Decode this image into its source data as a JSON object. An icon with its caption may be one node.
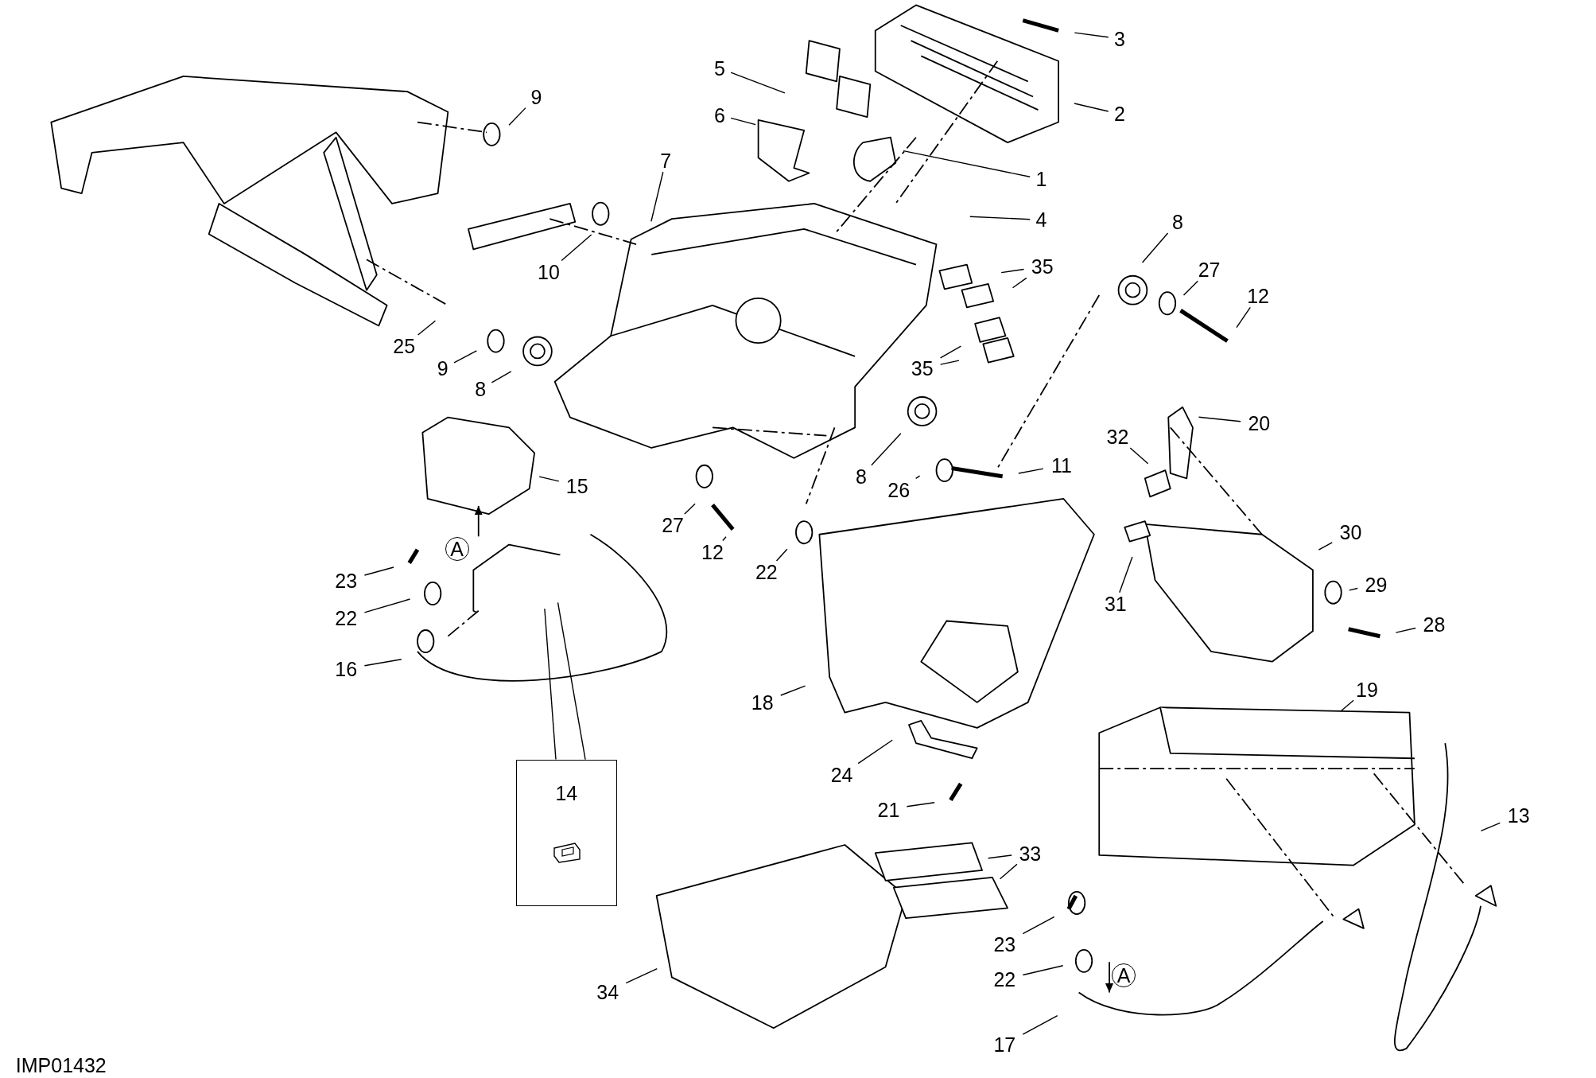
{
  "diagram": {
    "nodes": [
      {
        "text": [
          "5"
        ]
      },
      {
        "text": [
          "3"
        ]
      },
      {
        "text": [
          "6"
        ]
      },
      {
        "text": [
          "2"
        ]
      },
      {
        "text": [
          "9"
        ]
      },
      {
        "text": [
          "1"
        ]
      },
      {
        "text": [
          "7"
        ]
      },
      {
        "text": [
          "4"
        ]
      },
      {
        "text": [
          "10"
        ]
      },
      {
        "text": [
          "35"
        ]
      },
      {
        "text": [
          "8"
        ]
      },
      {
        "text": [
          "27"
        ]
      },
      {
        "text": [
          "12"
        ]
      },
      {
        "text": [
          "25"
        ]
      },
      {
        "text": [
          "9"
        ]
      },
      {
        "text": [
          "35"
        ]
      },
      {
        "text": [
          "8"
        ]
      },
      {
        "text": [
          "20"
        ]
      },
      {
        "text": [
          "11"
        ]
      },
      {
        "text": [
          "15"
        ]
      },
      {
        "text": [
          "32"
        ]
      },
      {
        "text": [
          "8"
        ]
      },
      {
        "text": [
          "26"
        ]
      },
      {
        "text": [
          "27"
        ]
      },
      {
        "text": [
          "12"
        ]
      },
      {
        "text": [
          "22"
        ]
      },
      {
        "text": [
          "30"
        ]
      },
      {
        "text": [
          "23"
        ]
      },
      {
        "text": [
          "22"
        ]
      },
      {
        "text": [
          "16"
        ]
      },
      {
        "text": [
          "31"
        ]
      },
      {
        "text": [
          "29"
        ]
      },
      {
        "text": [
          "28"
        ]
      },
      {
        "text": [
          "19"
        ]
      },
      {
        "text": [
          "18"
        ]
      },
      {
        "text": [
          "24"
        ]
      },
      {
        "text": [
          "14"
        ]
      },
      {
        "text": [
          "21"
        ]
      },
      {
        "text": [
          "13"
        ]
      },
      {
        "text": [
          "33"
        ]
      },
      {
        "text": [
          "23"
        ]
      },
      {
        "text": [
          "34"
        ]
      },
      {
        "text": [
          "22"
        ]
      },
      {
        "text": [
          "17"
        ]
      }
    ],
    "edges": [
      {
        "from": 0,
        "to": null,
        "arrow": "none"
      },
      {
        "from": 1,
        "to": null,
        "arrow": "none"
      },
      {
        "from": 2,
        "to": null,
        "arrow": "none"
      },
      {
        "from": 3,
        "to": null,
        "arrow": "none"
      },
      {
        "from": 4,
        "to": null,
        "arrow": "none"
      },
      {
        "from": 5,
        "to": null,
        "arrow": "none"
      },
      {
        "from": 6,
        "to": null,
        "arrow": "none"
      },
      {
        "from": 7,
        "to": null,
        "arrow": "none"
      },
      {
        "from": 8,
        "to": null,
        "arrow": "none"
      },
      {
        "from": 9,
        "to": null,
        "arrow": "none"
      },
      {
        "from": 9,
        "to": null,
        "arrow": "none"
      },
      {
        "from": 10,
        "to": null,
        "arrow": "none"
      },
      {
        "from": 11,
        "to": null,
        "arrow": "none"
      },
      {
        "from": 12,
        "to": null,
        "arrow": "none"
      },
      {
        "from": 13,
        "to": null,
        "arrow": "none"
      },
      {
        "from": 14,
        "to": null,
        "arrow": "none"
      },
      {
        "from": 15,
        "to": null,
        "arrow": "none"
      },
      {
        "from": 15,
        "to": null,
        "arrow": "none"
      },
      {
        "from": 16,
        "to": null,
        "arrow": "none"
      },
      {
        "from": 17,
        "to": null,
        "arrow": "none"
      },
      {
        "from": 18,
        "to": null,
        "arrow": "none"
      },
      {
        "from": 19,
        "to": null,
        "arrow": "none"
      },
      {
        "from": 20,
        "to": null,
        "arrow": "none"
      },
      {
        "from": 21,
        "to": null,
        "arrow": "none"
      },
      {
        "from": 22,
        "to": null,
        "arrow": "none"
      },
      {
        "from": 23,
        "to": null,
        "arrow": "none"
      },
      {
        "from": 24,
        "to": null,
        "arrow": "none"
      },
      {
        "from": 25,
        "to": null,
        "arrow": "none"
      },
      {
        "from": 26,
        "to": null,
        "arrow": "none"
      },
      {
        "from": 27,
        "to": null,
        "arrow": "none"
      },
      {
        "from": 28,
        "to": null,
        "arrow": "none"
      },
      {
        "from": 29,
        "to": null,
        "arrow": "none"
      },
      {
        "from": 30,
        "to": null,
        "arrow": "none"
      },
      {
        "from": 31,
        "to": null,
        "arrow": "none"
      },
      {
        "from": 32,
        "to": null,
        "arrow": "none"
      },
      {
        "from": 33,
        "to": null,
        "arrow": "none"
      },
      {
        "from": 34,
        "to": null,
        "arrow": "none"
      },
      {
        "from": 35,
        "to": null,
        "arrow": "none"
      },
      {
        "from": 36,
        "to": null,
        "arrow": "none"
      },
      {
        "from": 36,
        "to": null,
        "arrow": "none"
      },
      {
        "from": 37,
        "to": null,
        "arrow": "none"
      },
      {
        "from": 38,
        "to": null,
        "arrow": "none"
      },
      {
        "from": 39,
        "to": null,
        "arrow": "none"
      },
      {
        "from": 39,
        "to": null,
        "arrow": "none"
      },
      {
        "from": 40,
        "to": null,
        "arrow": "none"
      },
      {
        "from": 41,
        "to": null,
        "arrow": "none"
      },
      {
        "from": 42,
        "to": null,
        "arrow": "none"
      },
      {
        "from": 43,
        "to": null,
        "arrow": "none"
      }
    ],
    "labels": [
      "A",
      "A",
      "IMP01432"
    ]
  }
}
